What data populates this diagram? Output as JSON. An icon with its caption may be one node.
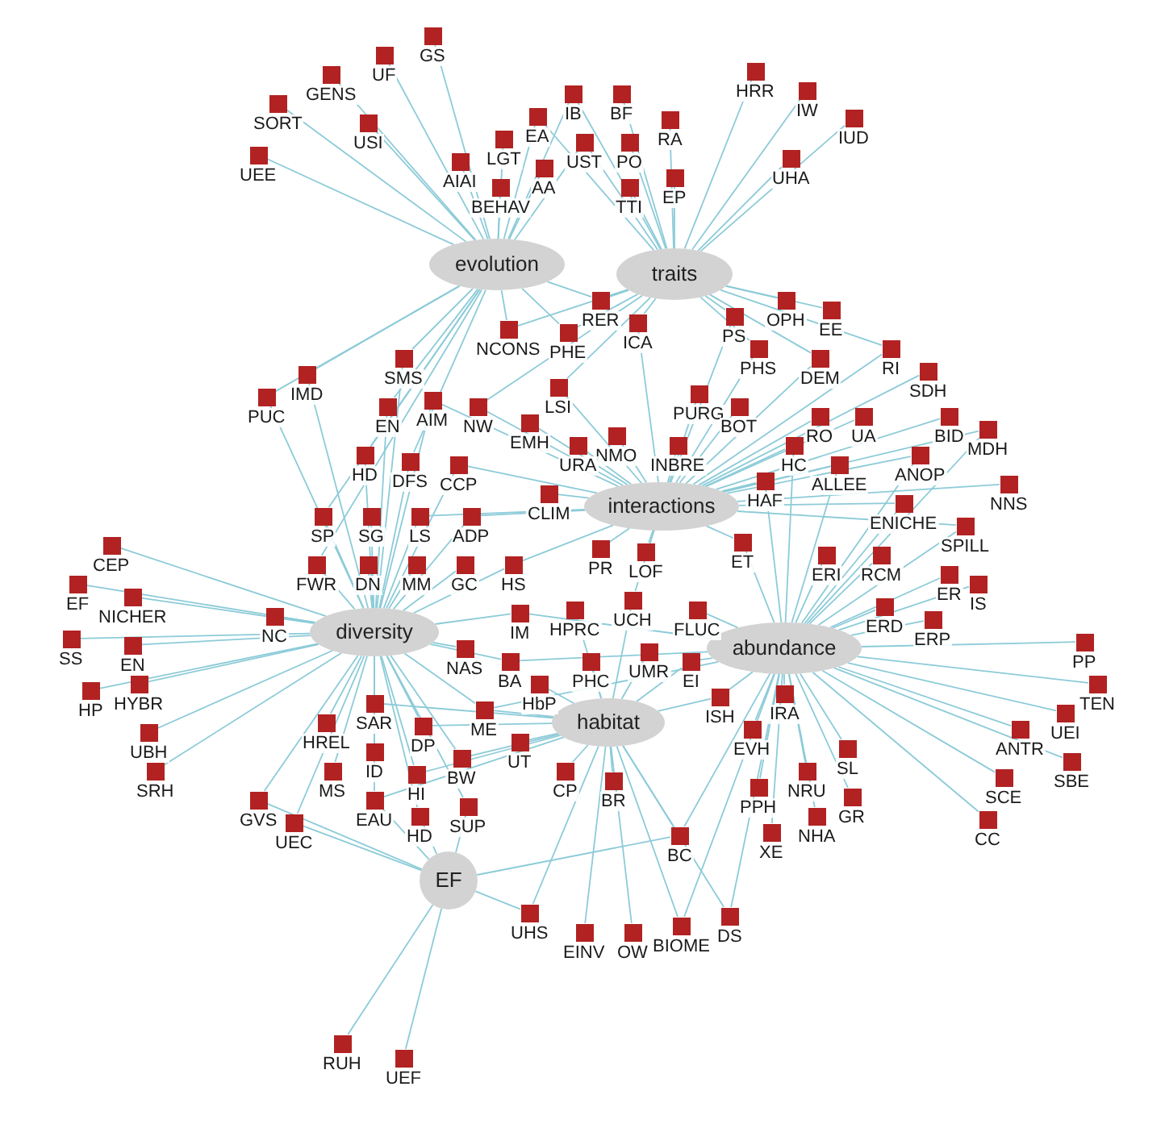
{
  "diagram": {
    "nodes": [
      {
        "text": [],
        "shape": "box",
        "beside": [
          "GS"
        ]
      },
      {
        "text": [],
        "shape": "box",
        "beside": [
          "UF"
        ]
      },
      {
        "text": [],
        "shape": "box",
        "beside": [
          "HRR"
        ]
      },
      {
        "text": [],
        "shape": "box",
        "beside": [
          "GENS"
        ]
      },
      {
        "text": [],
        "shape": "box",
        "beside": [
          "IW"
        ]
      },
      {
        "text": [],
        "shape": "box",
        "beside": [
          "IB"
        ]
      },
      {
        "text": [],
        "shape": "box",
        "beside": [
          "BF"
        ]
      },
      {
        "text": [],
        "shape": "box",
        "beside": [
          "SORT"
        ]
      },
      {
        "text": [],
        "shape": "box",
        "beside": [
          "EA"
        ]
      },
      {
        "text": [],
        "shape": "box",
        "beside": [
          "IUD"
        ]
      },
      {
        "text": [],
        "shape": "box",
        "beside": [
          "RA"
        ]
      },
      {
        "text": [],
        "shape": "box",
        "beside": [
          "USI"
        ]
      },
      {
        "text": [],
        "shape": "box",
        "beside": [
          "LGT"
        ]
      },
      {
        "text": [],
        "shape": "box",
        "beside": [
          "UST"
        ]
      },
      {
        "text": [],
        "shape": "box",
        "beside": [
          "PO"
        ]
      },
      {
        "text": [],
        "shape": "box",
        "beside": [
          "UEE"
        ]
      },
      {
        "text": [],
        "shape": "box",
        "beside": [
          "UHA"
        ]
      },
      {
        "text": [],
        "shape": "box",
        "beside": [
          "AIAI"
        ]
      },
      {
        "text": [],
        "shape": "box",
        "beside": [
          "AA"
        ]
      },
      {
        "text": [],
        "shape": "box",
        "beside": [
          "EP"
        ]
      },
      {
        "text": [],
        "shape": "box",
        "beside": [
          "BEHAV"
        ]
      },
      {
        "text": [],
        "shape": "box",
        "beside": [
          "TTI"
        ]
      },
      {
        "text": [
          "evolution"
        ]
      },
      {
        "text": [
          "traits"
        ]
      },
      {
        "text": [],
        "shape": "box",
        "beside": [
          "RER"
        ]
      },
      {
        "text": [],
        "shape": "box",
        "beside": [
          "OPH"
        ]
      },
      {
        "text": [],
        "shape": "box",
        "beside": [
          "EE"
        ]
      },
      {
        "text": [],
        "shape": "box",
        "beside": [
          "PS"
        ]
      },
      {
        "text": [],
        "shape": "box",
        "beside": [
          "ICA"
        ]
      },
      {
        "text": [],
        "shape": "box",
        "beside": [
          "NCONS"
        ]
      },
      {
        "text": [],
        "shape": "box",
        "beside": [
          "PHE"
        ]
      },
      {
        "text": [],
        "shape": "box",
        "beside": [
          "PHS"
        ]
      },
      {
        "text": [],
        "shape": "box",
        "beside": [
          "RI"
        ]
      },
      {
        "text": [],
        "shape": "box",
        "beside": [
          "DEM"
        ]
      },
      {
        "text": [],
        "shape": "box",
        "beside": [
          "SMS"
        ]
      },
      {
        "text": [],
        "shape": "box",
        "beside": [
          "SDH"
        ]
      },
      {
        "text": [],
        "shape": "box",
        "beside": [
          "IMD"
        ]
      },
      {
        "text": [],
        "shape": "box",
        "beside": [
          "LSI"
        ]
      },
      {
        "text": [],
        "shape": "box",
        "beside": [
          "PURG"
        ]
      },
      {
        "text": [],
        "shape": "box",
        "beside": [
          "PUC"
        ]
      },
      {
        "text": [],
        "shape": "box",
        "beside": [
          "AIM"
        ]
      },
      {
        "text": [],
        "shape": "box",
        "beside": [
          "EN"
        ]
      },
      {
        "text": [],
        "shape": "box",
        "beside": [
          "NW"
        ]
      },
      {
        "text": [],
        "shape": "box",
        "beside": [
          "BOT"
        ]
      },
      {
        "text": [],
        "shape": "box",
        "beside": [
          "RO"
        ]
      },
      {
        "text": [],
        "shape": "box",
        "beside": [
          "UA"
        ]
      },
      {
        "text": [],
        "shape": "box",
        "beside": [
          "BID"
        ]
      },
      {
        "text": [],
        "shape": "box",
        "beside": [
          "EMH"
        ]
      },
      {
        "text": [],
        "shape": "box",
        "beside": [
          "MDH"
        ]
      },
      {
        "text": [],
        "shape": "box",
        "beside": [
          "NMO"
        ]
      },
      {
        "text": [],
        "shape": "box",
        "beside": [
          "URA"
        ]
      },
      {
        "text": [],
        "shape": "box",
        "beside": [
          "HC"
        ]
      },
      {
        "text": [],
        "shape": "box",
        "beside": [
          "INBRE"
        ]
      },
      {
        "text": [],
        "shape": "box",
        "beside": [
          "ANOP"
        ]
      },
      {
        "text": [],
        "shape": "box",
        "beside": [
          "ALLEE"
        ]
      },
      {
        "text": [],
        "shape": "box",
        "beside": [
          "HD"
        ]
      },
      {
        "text": [],
        "shape": "box",
        "beside": [
          "DFS"
        ]
      },
      {
        "text": [],
        "shape": "box",
        "beside": [
          "CCP"
        ]
      },
      {
        "text": [],
        "shape": "box",
        "beside": [
          "HAF"
        ]
      },
      {
        "text": [],
        "shape": "box",
        "beside": [
          "NNS"
        ]
      },
      {
        "text": [],
        "shape": "box",
        "beside": [
          "CLIM"
        ]
      },
      {
        "text": [],
        "shape": "box",
        "beside": [
          "ENICHE"
        ]
      },
      {
        "text": [
          "interactions"
        ]
      },
      {
        "text": [],
        "shape": "box",
        "beside": [
          "SP"
        ]
      },
      {
        "text": [],
        "shape": "box",
        "beside": [
          "SG"
        ]
      },
      {
        "text": [],
        "shape": "box",
        "beside": [
          "LS"
        ]
      },
      {
        "text": [],
        "shape": "box",
        "beside": [
          "ADP"
        ]
      },
      {
        "text": [],
        "shape": "box",
        "beside": [
          "SPILL"
        ]
      },
      {
        "text": [],
        "shape": "box",
        "beside": [
          "ERI"
        ]
      },
      {
        "text": [],
        "shape": "box",
        "beside": [
          "RCM"
        ]
      },
      {
        "text": [],
        "shape": "box",
        "beside": [
          "ET"
        ]
      },
      {
        "text": [],
        "shape": "box",
        "beside": [
          "PR"
        ]
      },
      {
        "text": [],
        "shape": "box",
        "beside": [
          "LOF"
        ]
      },
      {
        "text": [],
        "shape": "box",
        "beside": [
          "FWR"
        ]
      },
      {
        "text": [],
        "shape": "box",
        "beside": [
          "DN"
        ]
      },
      {
        "text": [],
        "shape": "box",
        "beside": [
          "MM"
        ]
      },
      {
        "text": [],
        "shape": "box",
        "beside": [
          "GC"
        ]
      },
      {
        "text": [],
        "shape": "box",
        "beside": [
          "HS"
        ]
      },
      {
        "text": [],
        "shape": "box",
        "beside": [
          "CEP"
        ]
      },
      {
        "text": [],
        "shape": "box",
        "beside": [
          "ER"
        ]
      },
      {
        "text": [],
        "shape": "box",
        "beside": [
          "IS"
        ]
      },
      {
        "text": [],
        "shape": "box",
        "beside": [
          "EF"
        ]
      },
      {
        "text": [],
        "shape": "box",
        "beside": [
          "ERD"
        ]
      },
      {
        "text": [],
        "shape": "box",
        "beside": [
          "NICHER"
        ]
      },
      {
        "text": [],
        "shape": "box",
        "beside": [
          "UCH"
        ]
      },
      {
        "text": [],
        "shape": "box",
        "beside": [
          "IM"
        ]
      },
      {
        "text": [],
        "shape": "box",
        "beside": [
          "FLUC"
        ]
      },
      {
        "text": [],
        "shape": "box",
        "beside": [
          "NC"
        ]
      },
      {
        "text": [],
        "shape": "box",
        "beside": [
          "HPRC"
        ]
      },
      {
        "text": [],
        "shape": "box",
        "beside": [
          "ERP"
        ]
      },
      {
        "text": [
          "diversity"
        ]
      },
      {
        "text": [],
        "shape": "box",
        "beside": [
          "NAS"
        ]
      },
      {
        "text": [],
        "shape": "box",
        "beside": [
          "SS"
        ]
      },
      {
        "text": [],
        "shape": "box",
        "beside": [
          "PP"
        ]
      },
      {
        "text": [
          "abundance"
        ]
      },
      {
        "text": [],
        "shape": "box",
        "beside": [
          "EN"
        ]
      },
      {
        "text": [],
        "shape": "box",
        "beside": [
          "UMR"
        ]
      },
      {
        "text": [],
        "shape": "box",
        "beside": [
          "PHC"
        ]
      },
      {
        "text": [],
        "shape": "box",
        "beside": [
          "BA"
        ]
      },
      {
        "text": [],
        "shape": "box",
        "beside": [
          "EI"
        ]
      },
      {
        "text": [],
        "shape": "box",
        "beside": [
          "HYBR"
        ]
      },
      {
        "text": [],
        "shape": "box",
        "beside": [
          "HbP"
        ]
      },
      {
        "text": [],
        "shape": "box",
        "beside": [
          "TEN"
        ]
      },
      {
        "text": [],
        "shape": "box",
        "beside": [
          "HP"
        ]
      },
      {
        "text": [],
        "shape": "box",
        "beside": [
          "IRA"
        ]
      },
      {
        "text": [],
        "shape": "box",
        "beside": [
          "ISH"
        ]
      },
      {
        "text": [],
        "shape": "box",
        "beside": [
          "SAR"
        ]
      },
      {
        "text": [],
        "shape": "box",
        "beside": [
          "ME"
        ]
      },
      {
        "text": [],
        "shape": "box",
        "beside": [
          "UEI"
        ]
      },
      {
        "text": [
          "habitat"
        ]
      },
      {
        "text": [],
        "shape": "box",
        "beside": [
          "HREL"
        ]
      },
      {
        "text": [],
        "shape": "box",
        "beside": [
          "DP"
        ]
      },
      {
        "text": [],
        "shape": "box",
        "beside": [
          "EVH"
        ]
      },
      {
        "text": [],
        "shape": "box",
        "beside": [
          "ANTR"
        ]
      },
      {
        "text": [],
        "shape": "box",
        "beside": [
          "UBH"
        ]
      },
      {
        "text": [],
        "shape": "box",
        "beside": [
          "UT"
        ]
      },
      {
        "text": [],
        "shape": "box",
        "beside": [
          "SL"
        ]
      },
      {
        "text": [],
        "shape": "box",
        "beside": [
          "ID"
        ]
      },
      {
        "text": [],
        "shape": "box",
        "beside": [
          "BW"
        ]
      },
      {
        "text": [],
        "shape": "box",
        "beside": [
          "SBE"
        ]
      },
      {
        "text": [],
        "shape": "box",
        "beside": [
          "CP"
        ]
      },
      {
        "text": [],
        "shape": "box",
        "beside": [
          "MS"
        ]
      },
      {
        "text": [],
        "shape": "box",
        "beside": [
          "NRU"
        ]
      },
      {
        "text": [],
        "shape": "box",
        "beside": [
          "SRH"
        ]
      },
      {
        "text": [],
        "shape": "box",
        "beside": [
          "HI"
        ]
      },
      {
        "text": [],
        "shape": "box",
        "beside": [
          "SCE"
        ]
      },
      {
        "text": [],
        "shape": "box",
        "beside": [
          "BR"
        ]
      },
      {
        "text": [],
        "shape": "box",
        "beside": [
          "PPH"
        ]
      },
      {
        "text": [],
        "shape": "box",
        "beside": [
          "GR"
        ]
      },
      {
        "text": [],
        "shape": "box",
        "beside": [
          "EAU"
        ]
      },
      {
        "text": [],
        "shape": "box",
        "beside": [
          "GVS"
        ]
      },
      {
        "text": [],
        "shape": "box",
        "beside": [
          "SUP"
        ]
      },
      {
        "text": [],
        "shape": "box",
        "beside": [
          "HD"
        ]
      },
      {
        "text": [],
        "shape": "box",
        "beside": [
          "NHA"
        ]
      },
      {
        "text": [],
        "shape": "box",
        "beside": [
          "CC"
        ]
      },
      {
        "text": [],
        "shape": "box",
        "beside": [
          "UEC"
        ]
      },
      {
        "text": [],
        "shape": "box",
        "beside": [
          "XE"
        ]
      },
      {
        "text": [],
        "shape": "box",
        "beside": [
          "BC"
        ]
      },
      {
        "text": [
          "EF"
        ]
      },
      {
        "text": [],
        "shape": "box",
        "beside": [
          "UHS"
        ]
      },
      {
        "text": [],
        "shape": "box",
        "beside": [
          "DS"
        ]
      },
      {
        "text": [],
        "shape": "box",
        "beside": [
          "BIOME"
        ]
      },
      {
        "text": [],
        "shape": "box",
        "beside": [
          "EINV"
        ]
      },
      {
        "text": [],
        "shape": "box",
        "beside": [
          "OW"
        ]
      },
      {
        "text": [],
        "shape": "box",
        "beside": [
          "RUH"
        ]
      },
      {
        "text": [],
        "shape": "box",
        "beside": [
          "UEF"
        ]
      }
    ],
    "edges": [
      {
        "from": 22,
        "to": 0,
        "arrow": "none"
      },
      {
        "from": 22,
        "to": 1,
        "arrow": "none"
      },
      {
        "from": 22,
        "to": 3,
        "arrow": "none"
      },
      {
        "from": 22,
        "to": 7,
        "arrow": "none"
      },
      {
        "from": 22,
        "to": 11,
        "arrow": "none"
      },
      {
        "from": 22,
        "to": 15,
        "arrow": "none"
      },
      {
        "from": 22,
        "to": 17,
        "arrow": "none"
      },
      {
        "from": 22,
        "to": 12,
        "arrow": "none"
      },
      {
        "from": 22,
        "to": 8,
        "arrow": "none"
      },
      {
        "from": 22,
        "to": 18,
        "arrow": "none"
      },
      {
        "from": 22,
        "to": 20,
        "arrow": "none"
      },
      {
        "from": 22,
        "to": 5,
        "arrow": "none"
      },
      {
        "from": 22,
        "to": 13,
        "arrow": "none"
      },
      {
        "from": 22,
        "to": 29,
        "arrow": "none"
      },
      {
        "from": 22,
        "to": 39,
        "arrow": "none"
      },
      {
        "from": 22,
        "to": 36,
        "arrow": "none"
      },
      {
        "from": 22,
        "to": 34,
        "arrow": "none"
      },
      {
        "from": 22,
        "to": 41,
        "arrow": "none"
      },
      {
        "from": 22,
        "to": 55,
        "arrow": "none"
      },
      {
        "from": 22,
        "to": 56,
        "arrow": "none"
      },
      {
        "from": 22,
        "to": 63,
        "arrow": "none"
      },
      {
        "from": 22,
        "to": 73,
        "arrow": "none"
      },
      {
        "from": 22,
        "to": 24,
        "arrow": "none"
      },
      {
        "from": 22,
        "to": 30,
        "arrow": "none"
      },
      {
        "from": 23,
        "to": 2,
        "arrow": "none"
      },
      {
        "from": 23,
        "to": 4,
        "arrow": "none"
      },
      {
        "from": 23,
        "to": 9,
        "arrow": "none"
      },
      {
        "from": 23,
        "to": 16,
        "arrow": "none"
      },
      {
        "from": 23,
        "to": 10,
        "arrow": "none"
      },
      {
        "from": 23,
        "to": 19,
        "arrow": "none"
      },
      {
        "from": 23,
        "to": 21,
        "arrow": "none"
      },
      {
        "from": 23,
        "to": 14,
        "arrow": "none"
      },
      {
        "from": 23,
        "to": 6,
        "arrow": "none"
      },
      {
        "from": 23,
        "to": 5,
        "arrow": "none"
      },
      {
        "from": 23,
        "to": 8,
        "arrow": "none"
      },
      {
        "from": 23,
        "to": 13,
        "arrow": "none"
      },
      {
        "from": 23,
        "to": 24,
        "arrow": "none"
      },
      {
        "from": 23,
        "to": 28,
        "arrow": "none"
      },
      {
        "from": 23,
        "to": 30,
        "arrow": "none"
      },
      {
        "from": 23,
        "to": 27,
        "arrow": "none"
      },
      {
        "from": 23,
        "to": 25,
        "arrow": "none"
      },
      {
        "from": 23,
        "to": 26,
        "arrow": "none"
      },
      {
        "from": 23,
        "to": 31,
        "arrow": "none"
      },
      {
        "from": 23,
        "to": 33,
        "arrow": "none"
      },
      {
        "from": 23,
        "to": 32,
        "arrow": "none"
      },
      {
        "from": 23,
        "to": 29,
        "arrow": "none"
      },
      {
        "from": 23,
        "to": 42,
        "arrow": "none"
      },
      {
        "from": 23,
        "to": 37,
        "arrow": "none"
      },
      {
        "from": 62,
        "to": 37,
        "arrow": "none"
      },
      {
        "from": 62,
        "to": 47,
        "arrow": "none"
      },
      {
        "from": 62,
        "to": 50,
        "arrow": "none"
      },
      {
        "from": 62,
        "to": 49,
        "arrow": "none"
      },
      {
        "from": 62,
        "to": 60,
        "arrow": "none"
      },
      {
        "from": 62,
        "to": 71,
        "arrow": "none"
      },
      {
        "from": 62,
        "to": 72,
        "arrow": "none"
      },
      {
        "from": 62,
        "to": 58,
        "arrow": "none"
      },
      {
        "from": 62,
        "to": 70,
        "arrow": "none"
      },
      {
        "from": 62,
        "to": 38,
        "arrow": "none"
      },
      {
        "from": 62,
        "to": 43,
        "arrow": "none"
      },
      {
        "from": 62,
        "to": 52,
        "arrow": "none"
      },
      {
        "from": 62,
        "to": 44,
        "arrow": "none"
      },
      {
        "from": 62,
        "to": 45,
        "arrow": "none"
      },
      {
        "from": 62,
        "to": 51,
        "arrow": "none"
      },
      {
        "from": 62,
        "to": 54,
        "arrow": "none"
      },
      {
        "from": 62,
        "to": 53,
        "arrow": "none"
      },
      {
        "from": 62,
        "to": 61,
        "arrow": "none"
      },
      {
        "from": 62,
        "to": 67,
        "arrow": "none"
      },
      {
        "from": 62,
        "to": 59,
        "arrow": "none"
      },
      {
        "from": 62,
        "to": 48,
        "arrow": "none"
      },
      {
        "from": 62,
        "to": 46,
        "arrow": "none"
      },
      {
        "from": 62,
        "to": 35,
        "arrow": "none"
      },
      {
        "from": 62,
        "to": 57,
        "arrow": "none"
      },
      {
        "from": 62,
        "to": 42,
        "arrow": "none"
      },
      {
        "from": 62,
        "to": 40,
        "arrow": "none"
      },
      {
        "from": 62,
        "to": 28,
        "arrow": "none"
      },
      {
        "from": 62,
        "to": 27,
        "arrow": "none"
      },
      {
        "from": 62,
        "to": 31,
        "arrow": "none"
      },
      {
        "from": 62,
        "to": 33,
        "arrow": "none"
      },
      {
        "from": 62,
        "to": 77,
        "arrow": "none"
      },
      {
        "from": 62,
        "to": 66,
        "arrow": "none"
      },
      {
        "from": 62,
        "to": 65,
        "arrow": "none"
      },
      {
        "from": 62,
        "to": 84,
        "arrow": "none"
      },
      {
        "from": 62,
        "to": 32,
        "arrow": "none"
      },
      {
        "from": 90,
        "to": 63,
        "arrow": "none"
      },
      {
        "from": 90,
        "to": 64,
        "arrow": "none"
      },
      {
        "from": 90,
        "to": 65,
        "arrow": "none"
      },
      {
        "from": 90,
        "to": 66,
        "arrow": "none"
      },
      {
        "from": 90,
        "to": 73,
        "arrow": "none"
      },
      {
        "from": 90,
        "to": 74,
        "arrow": "none"
      },
      {
        "from": 90,
        "to": 75,
        "arrow": "none"
      },
      {
        "from": 90,
        "to": 76,
        "arrow": "none"
      },
      {
        "from": 90,
        "to": 77,
        "arrow": "none"
      },
      {
        "from": 90,
        "to": 87,
        "arrow": "none"
      },
      {
        "from": 90,
        "to": 91,
        "arrow": "none"
      },
      {
        "from": 90,
        "to": 85,
        "arrow": "none"
      },
      {
        "from": 90,
        "to": 98,
        "arrow": "none"
      },
      {
        "from": 90,
        "to": 78,
        "arrow": "none"
      },
      {
        "from": 90,
        "to": 81,
        "arrow": "none"
      },
      {
        "from": 90,
        "to": 83,
        "arrow": "none"
      },
      {
        "from": 90,
        "to": 92,
        "arrow": "none"
      },
      {
        "from": 90,
        "to": 95,
        "arrow": "none"
      },
      {
        "from": 90,
        "to": 100,
        "arrow": "none"
      },
      {
        "from": 90,
        "to": 103,
        "arrow": "none"
      },
      {
        "from": 90,
        "to": 114,
        "arrow": "none"
      },
      {
        "from": 90,
        "to": 123,
        "arrow": "none"
      },
      {
        "from": 90,
        "to": 106,
        "arrow": "none"
      },
      {
        "from": 90,
        "to": 110,
        "arrow": "none"
      },
      {
        "from": 90,
        "to": 111,
        "arrow": "none"
      },
      {
        "from": 90,
        "to": 117,
        "arrow": "none"
      },
      {
        "from": 90,
        "to": 121,
        "arrow": "none"
      },
      {
        "from": 90,
        "to": 124,
        "arrow": "none"
      },
      {
        "from": 90,
        "to": 118,
        "arrow": "none"
      },
      {
        "from": 90,
        "to": 129,
        "arrow": "none"
      },
      {
        "from": 90,
        "to": 132,
        "arrow": "none"
      },
      {
        "from": 90,
        "to": 131,
        "arrow": "none"
      },
      {
        "from": 90,
        "to": 130,
        "arrow": "none"
      },
      {
        "from": 90,
        "to": 135,
        "arrow": "none"
      },
      {
        "from": 90,
        "to": 107,
        "arrow": "none"
      },
      {
        "from": 90,
        "to": 55,
        "arrow": "none"
      },
      {
        "from": 90,
        "to": 56,
        "arrow": "none"
      },
      {
        "from": 90,
        "to": 57,
        "arrow": "none"
      },
      {
        "from": 90,
        "to": 34,
        "arrow": "none"
      },
      {
        "from": 90,
        "to": 41,
        "arrow": "none"
      },
      {
        "from": 90,
        "to": 40,
        "arrow": "none"
      },
      {
        "from": 90,
        "to": 39,
        "arrow": "none"
      },
      {
        "from": 90,
        "to": 36,
        "arrow": "none"
      },
      {
        "from": 94,
        "to": 68,
        "arrow": "none"
      },
      {
        "from": 94,
        "to": 69,
        "arrow": "none"
      },
      {
        "from": 94,
        "to": 79,
        "arrow": "none"
      },
      {
        "from": 94,
        "to": 82,
        "arrow": "none"
      },
      {
        "from": 94,
        "to": 89,
        "arrow": "none"
      },
      {
        "from": 94,
        "to": 86,
        "arrow": "none"
      },
      {
        "from": 94,
        "to": 99,
        "arrow": "none"
      },
      {
        "from": 94,
        "to": 105,
        "arrow": "none"
      },
      {
        "from": 94,
        "to": 104,
        "arrow": "none"
      },
      {
        "from": 94,
        "to": 112,
        "arrow": "none"
      },
      {
        "from": 94,
        "to": 116,
        "arrow": "none"
      },
      {
        "from": 94,
        "to": 122,
        "arrow": "none"
      },
      {
        "from": 94,
        "to": 127,
        "arrow": "none"
      },
      {
        "from": 94,
        "to": 128,
        "arrow": "none"
      },
      {
        "from": 94,
        "to": 133,
        "arrow": "none"
      },
      {
        "from": 94,
        "to": 136,
        "arrow": "none"
      },
      {
        "from": 94,
        "to": 93,
        "arrow": "none"
      },
      {
        "from": 94,
        "to": 102,
        "arrow": "none"
      },
      {
        "from": 94,
        "to": 108,
        "arrow": "none"
      },
      {
        "from": 94,
        "to": 113,
        "arrow": "none"
      },
      {
        "from": 94,
        "to": 119,
        "arrow": "none"
      },
      {
        "from": 94,
        "to": 125,
        "arrow": "none"
      },
      {
        "from": 94,
        "to": 134,
        "arrow": "none"
      },
      {
        "from": 94,
        "to": 80,
        "arrow": "none"
      },
      {
        "from": 94,
        "to": 67,
        "arrow": "none"
      },
      {
        "from": 94,
        "to": 61,
        "arrow": "none"
      },
      {
        "from": 94,
        "to": 51,
        "arrow": "none"
      },
      {
        "from": 94,
        "to": 54,
        "arrow": "none"
      },
      {
        "from": 94,
        "to": 70,
        "arrow": "none"
      },
      {
        "from": 94,
        "to": 137,
        "arrow": "none"
      },
      {
        "from": 94,
        "to": 140,
        "arrow": "none"
      },
      {
        "from": 94,
        "to": 141,
        "arrow": "none"
      },
      {
        "from": 94,
        "to": 53,
        "arrow": "none"
      },
      {
        "from": 94,
        "to": 48,
        "arrow": "none"
      },
      {
        "from": 94,
        "to": 58,
        "arrow": "none"
      },
      {
        "from": 94,
        "to": 98,
        "arrow": "none"
      },
      {
        "from": 94,
        "to": 107,
        "arrow": "none"
      },
      {
        "from": 94,
        "to": 85,
        "arrow": "none"
      },
      {
        "from": 109,
        "to": 101,
        "arrow": "none"
      },
      {
        "from": 109,
        "to": 97,
        "arrow": "none"
      },
      {
        "from": 109,
        "to": 115,
        "arrow": "none"
      },
      {
        "from": 109,
        "to": 120,
        "arrow": "none"
      },
      {
        "from": 109,
        "to": 126,
        "arrow": "none"
      },
      {
        "from": 109,
        "to": 96,
        "arrow": "none"
      },
      {
        "from": 109,
        "to": 88,
        "arrow": "none"
      },
      {
        "from": 109,
        "to": 84,
        "arrow": "none"
      },
      {
        "from": 109,
        "to": 107,
        "arrow": "none"
      },
      {
        "from": 109,
        "to": 137,
        "arrow": "none"
      },
      {
        "from": 109,
        "to": 139,
        "arrow": "none"
      },
      {
        "from": 109,
        "to": 142,
        "arrow": "none"
      },
      {
        "from": 109,
        "to": 143,
        "arrow": "none"
      },
      {
        "from": 109,
        "to": 141,
        "arrow": "none"
      },
      {
        "from": 109,
        "to": 140,
        "arrow": "none"
      },
      {
        "from": 109,
        "to": 105,
        "arrow": "none"
      },
      {
        "from": 109,
        "to": 99,
        "arrow": "none"
      },
      {
        "from": 109,
        "to": 124,
        "arrow": "none"
      },
      {
        "from": 109,
        "to": 118,
        "arrow": "none"
      },
      {
        "from": 109,
        "to": 111,
        "arrow": "none"
      },
      {
        "from": 109,
        "to": 106,
        "arrow": "none"
      },
      {
        "from": 109,
        "to": 129,
        "arrow": "none"
      },
      {
        "from": 138,
        "to": 130,
        "arrow": "none"
      },
      {
        "from": 138,
        "to": 135,
        "arrow": "none"
      },
      {
        "from": 138,
        "to": 144,
        "arrow": "none"
      },
      {
        "from": 138,
        "to": 145,
        "arrow": "none"
      },
      {
        "from": 138,
        "to": 139,
        "arrow": "none"
      },
      {
        "from": 138,
        "to": 137,
        "arrow": "none"
      },
      {
        "from": 138,
        "to": 131,
        "arrow": "none"
      },
      {
        "from": 138,
        "to": 132,
        "arrow": "none"
      },
      {
        "from": 138,
        "to": 129,
        "arrow": "none"
      }
    ]
  }
}
